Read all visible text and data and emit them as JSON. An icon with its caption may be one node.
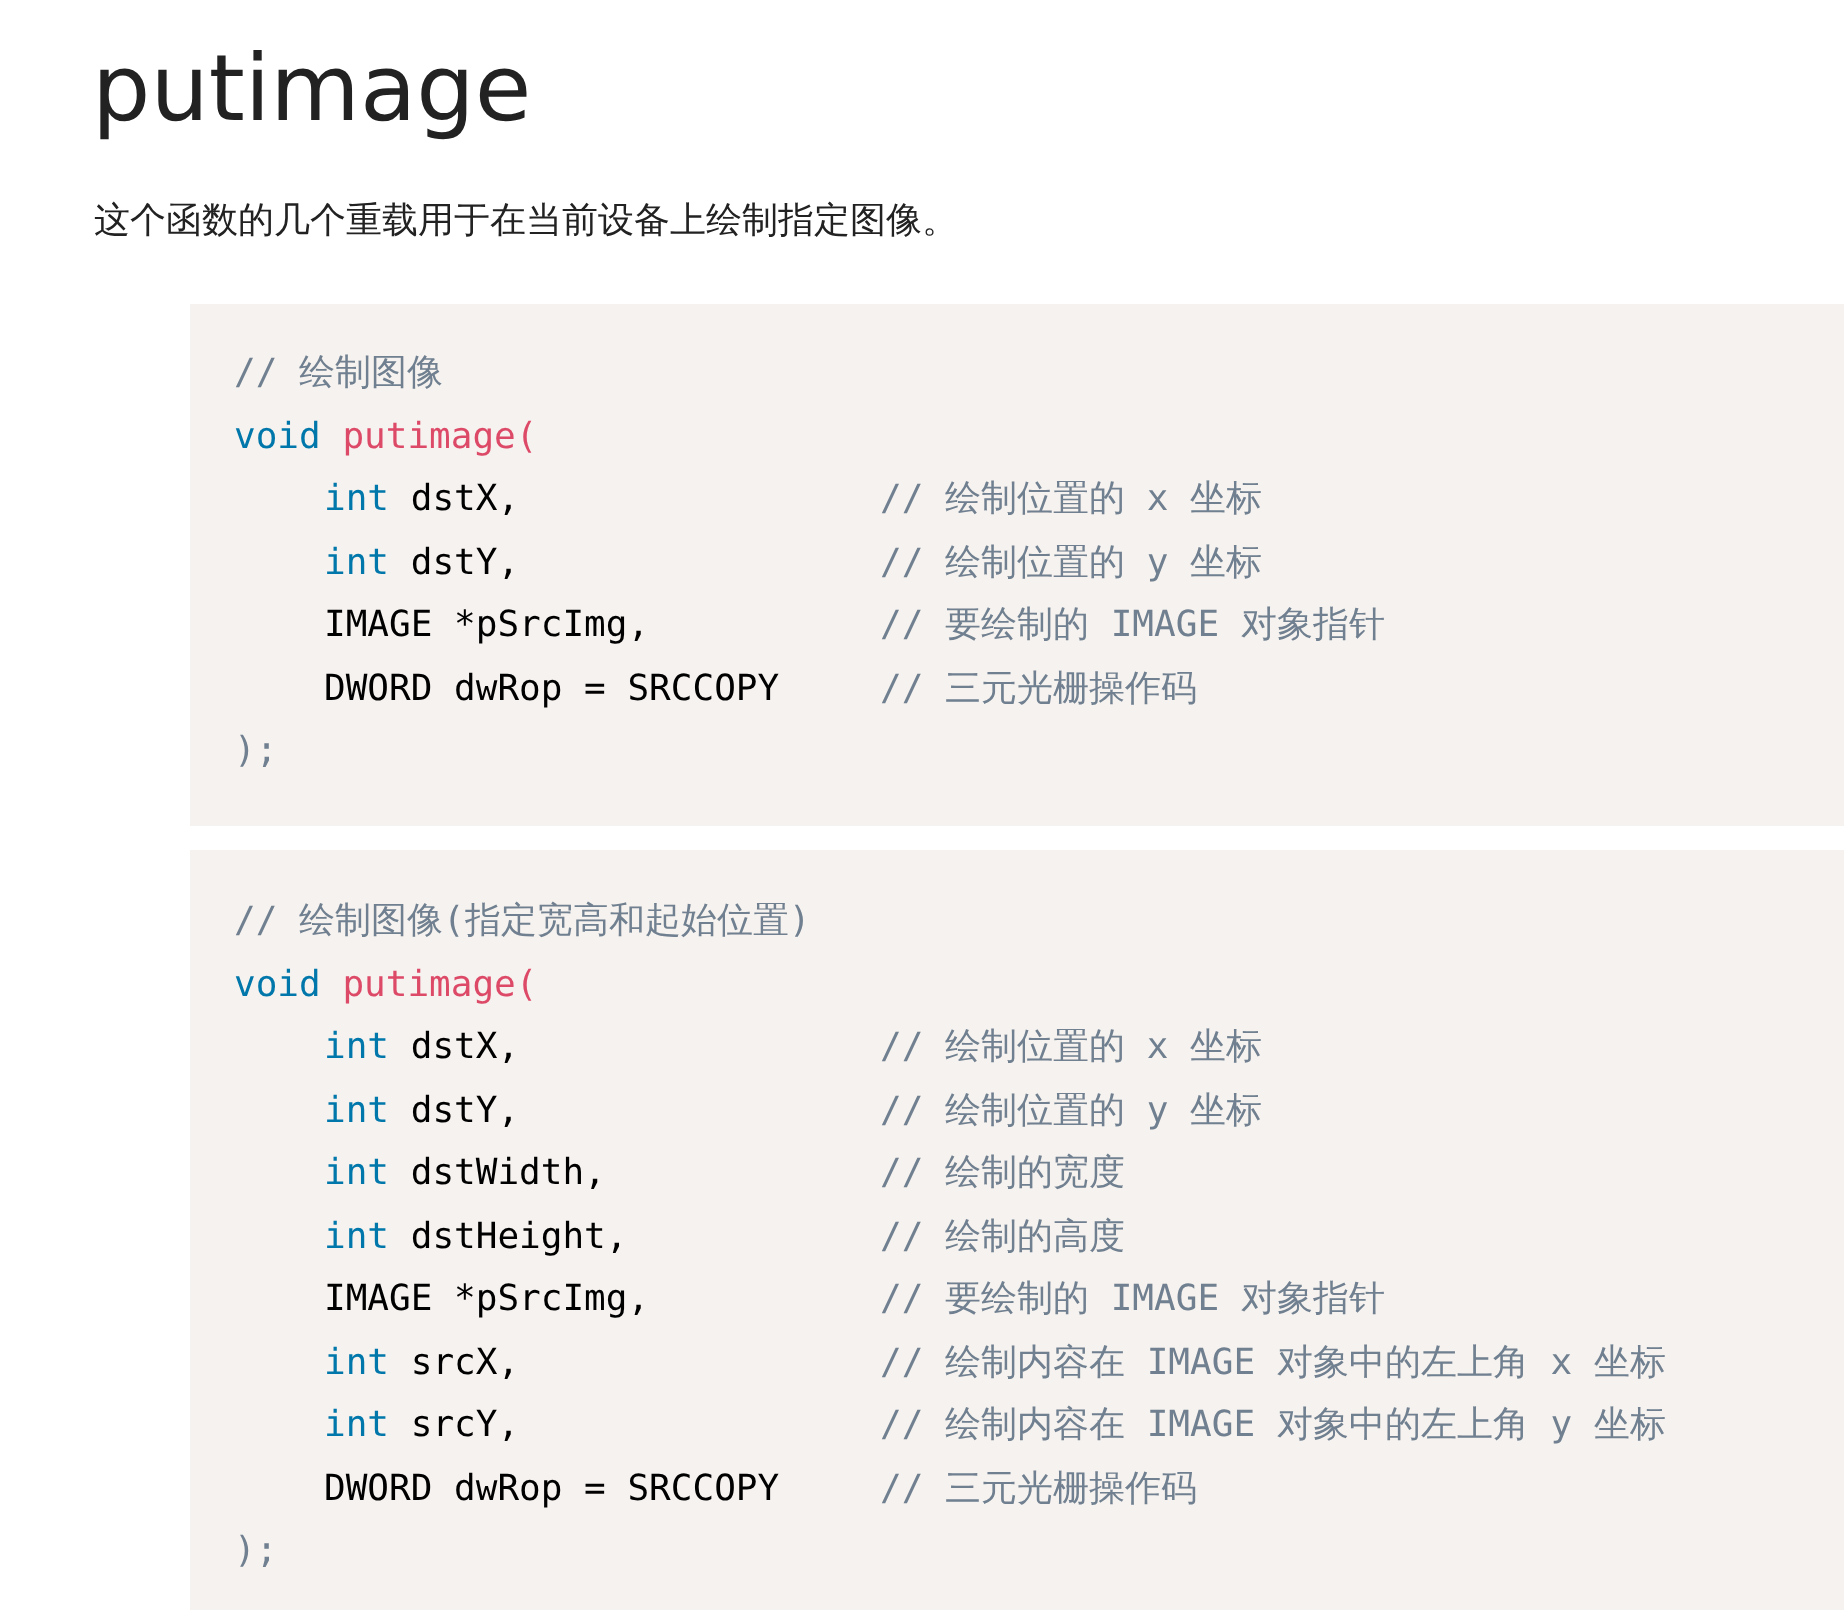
{
  "diagram": {
    "title": "putimage",
    "nodes": [
      {
        "text": [
          "// 绘制图像",
          "void putimage(",
          "int dstX,",
          "// 绘制位置的 x 坐标",
          "int dstY,",
          "// 绘制位置的 y 坐标",
          "IMAGE *pSrcImg,",
          "// 要绘制的 IMAGE 对象指针",
          "DWORD dwRop = SRCCOPY",
          "// 三元光栅操作码",
          ");"
        ]
      },
      {
        "text": [
          "// 绘制图像(指定宽高和起始位置)",
          "void putimage(",
          "int dstX,",
          "// 绘制位置的 x 坐标",
          "int dstY,",
          "// 绘制位置的 y 坐标",
          "int dstWidth,",
          "// 绘制的宽度",
          "int dstHeight,",
          "// 绘制的高度",
          "IMAGE *pSrcImg,",
          "// 要绘制的 IMAGE 对象指针",
          "int srcX,",
          "// 绘制内容在 IMAGE 对象中的左上角 x 坐标",
          "int srcY,",
          "// 绘制内容在 IMAGE 对象中的左上角 y 坐标",
          "DWORD dwRop = SRCCOPY",
          "// 三元光栅操作码",
          ");"
        ]
      }
    ],
    "labels": [
      "这个函数的几个重载用于在当前设备上绘制指定图像。"
    ]
  }
}
